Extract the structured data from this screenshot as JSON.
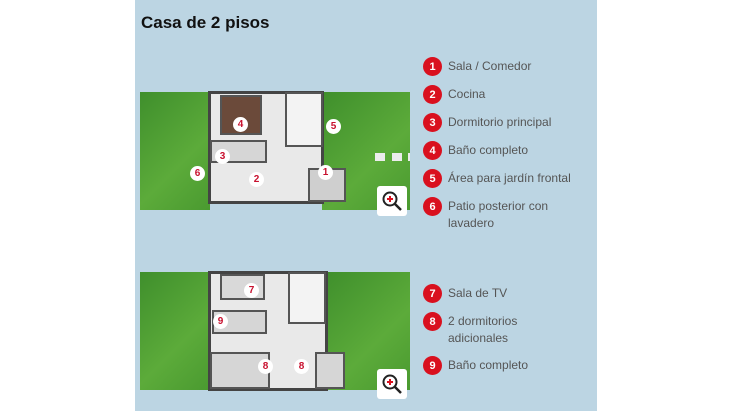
{
  "title": "Casa de 2 pisos",
  "floor1": {
    "markers": [
      "1",
      "2",
      "3",
      "4",
      "5",
      "6"
    ],
    "legend": [
      {
        "n": "1",
        "label": "Sala / Comedor"
      },
      {
        "n": "2",
        "label": "Cocina"
      },
      {
        "n": "3",
        "label": "Dormitorio principal"
      },
      {
        "n": "4",
        "label": "Baño completo"
      },
      {
        "n": "5",
        "label": "Área para jardín frontal"
      },
      {
        "n": "6",
        "label": "Patio posterior con lavadero"
      }
    ]
  },
  "floor2": {
    "markers": [
      "7",
      "9",
      "8",
      "8"
    ],
    "legend": [
      {
        "n": "7",
        "label": "Sala de TV"
      },
      {
        "n": "8",
        "label": "2 dormitorios adicionales"
      },
      {
        "n": "9",
        "label": "Baño completo"
      }
    ]
  },
  "colors": {
    "panel": "#bcd5e3",
    "accent": "#d9101e"
  }
}
